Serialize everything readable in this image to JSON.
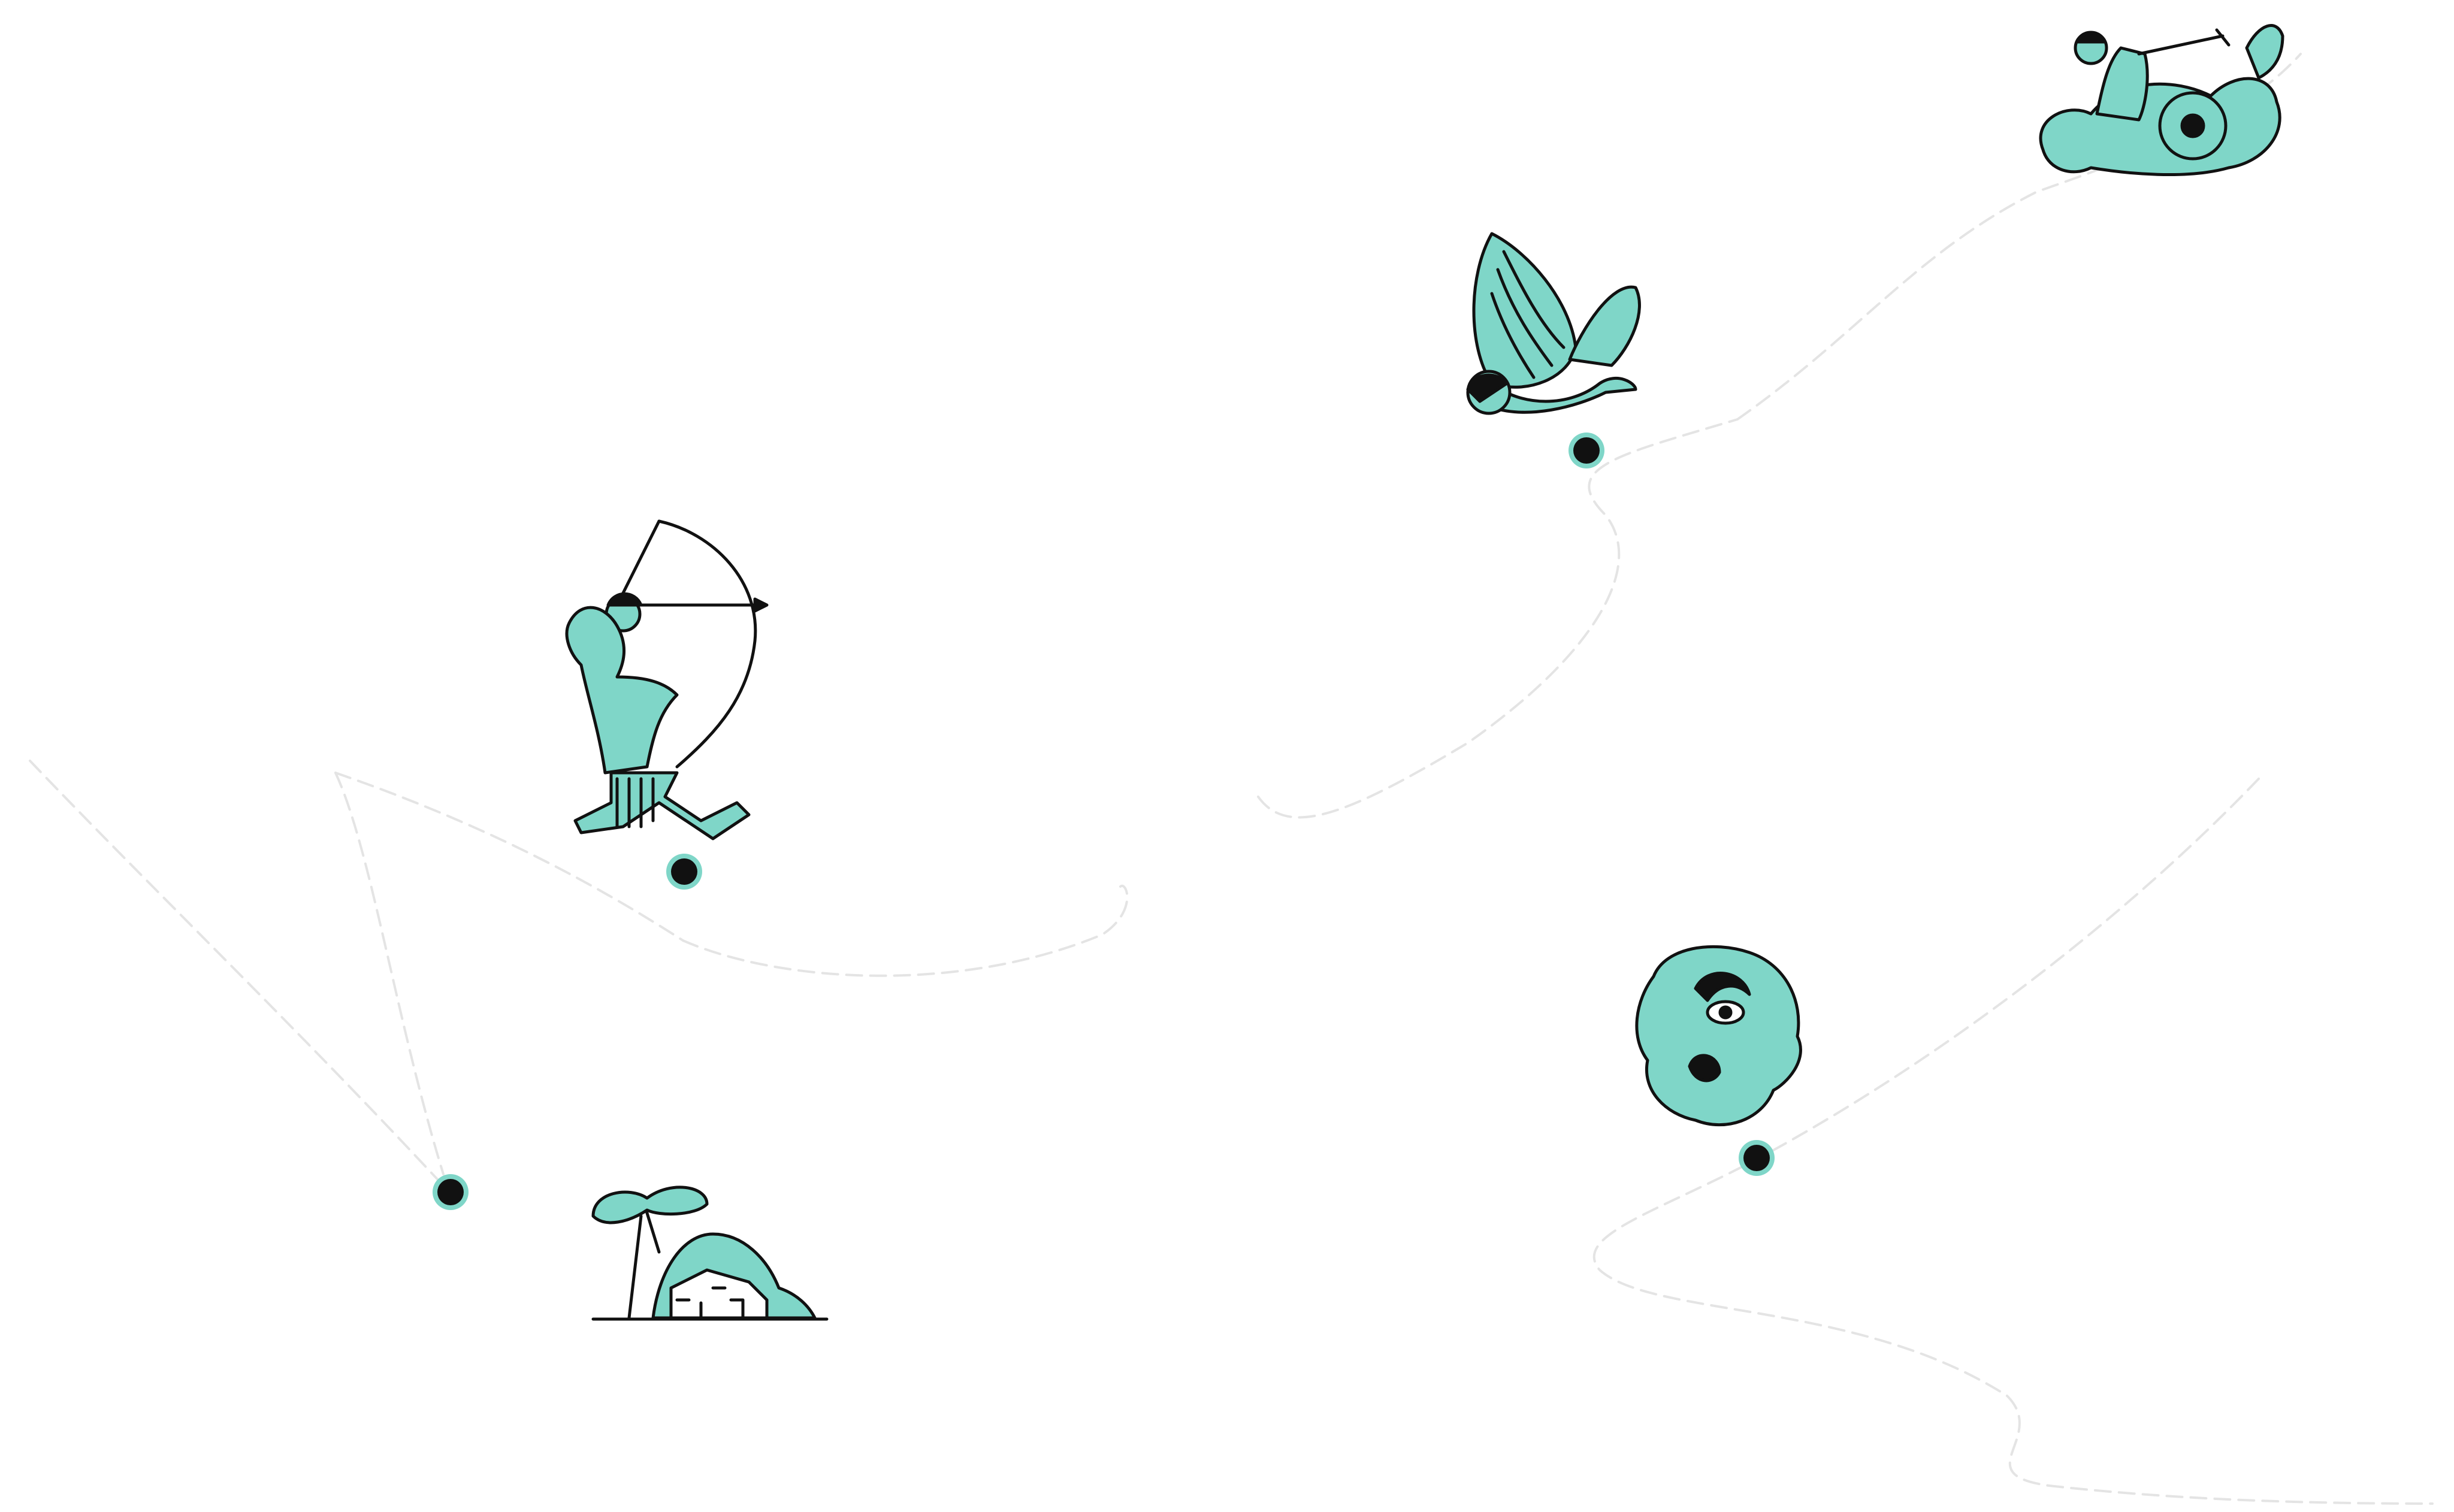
{
  "map": {
    "accent_color": "#7fd6c8",
    "ink_color": "#111111",
    "route_color": "#e4e4e4",
    "illustrations": [
      {
        "id": "archer",
        "icon": "archer-icon"
      },
      {
        "id": "harpy",
        "icon": "harpy-icon"
      },
      {
        "id": "sea-rider",
        "icon": "sea-monster-rider-icon"
      },
      {
        "id": "cyclops",
        "icon": "cyclops-head-icon"
      },
      {
        "id": "ithaca",
        "icon": "island-town-icon"
      }
    ],
    "stops": [
      {
        "id": "archer-stop"
      },
      {
        "id": "harpy-stop"
      },
      {
        "id": "cyclops-stop"
      },
      {
        "id": "ithaca-stop"
      }
    ]
  }
}
